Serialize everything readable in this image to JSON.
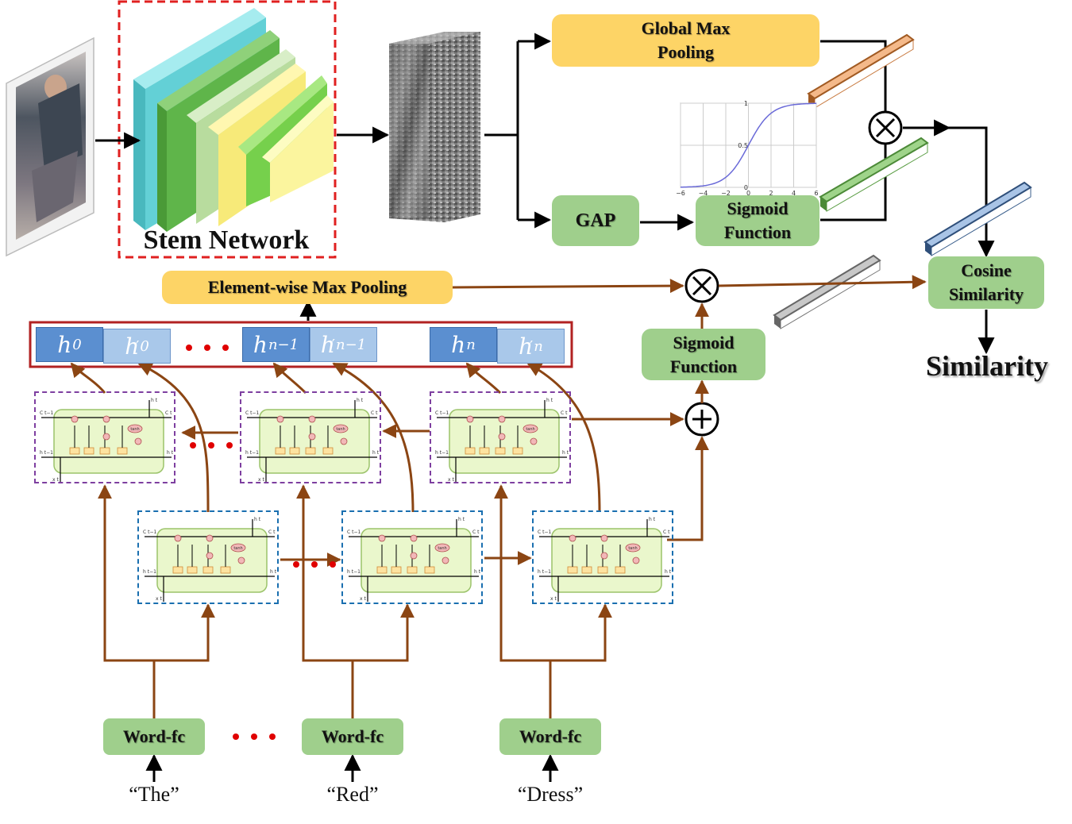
{
  "stem_network": {
    "label": "Stem Network"
  },
  "global_max_pooling": {
    "label_line1": "Global Max",
    "label_line2": "Pooling"
  },
  "gap": {
    "label": "GAP"
  },
  "sigmoid_top": {
    "label_line1": "Sigmoid",
    "label_line2": "Function"
  },
  "sigmoid_bottom": {
    "label_line1": "Sigmoid",
    "label_line2": "Function"
  },
  "cosine_similarity": {
    "label_line1": "Cosine",
    "label_line2": "Similarity"
  },
  "similarity_output": {
    "label": "Similarity"
  },
  "element_wise_max_pooling": {
    "label": "Element-wise Max Pooling"
  },
  "hidden_states": [
    {
      "base": "h",
      "sub": "0",
      "prime": false
    },
    {
      "base": "h",
      "sub": "0",
      "prime": true
    },
    {
      "base": "h",
      "sub": "n−1",
      "prime": false
    },
    {
      "base": "h",
      "sub": "n−1",
      "prime": true
    },
    {
      "base": "h",
      "sub": "n",
      "prime": false
    },
    {
      "base": "h",
      "sub": "n",
      "prime": true
    }
  ],
  "word_fc": [
    {
      "label": "Word-fc",
      "word": "“The”"
    },
    {
      "label": "Word-fc",
      "word": "“Red”"
    },
    {
      "label": "Word-fc",
      "word": "“Dress”"
    }
  ],
  "sigmoid_plot": {
    "x_ticks": [
      "−6",
      "−4",
      "−2",
      "0",
      "2",
      "4",
      "6"
    ],
    "y_ticks": [
      "0",
      "0.5",
      "1"
    ]
  },
  "lstm_cell_labels": {
    "ct_prev": "C t−1",
    "ct": "C t",
    "ht_prev": "h t−1",
    "ht": "h t",
    "xt": "x t",
    "tanh": "tanh"
  },
  "colors": {
    "brown_arrow": "#8b4513",
    "black_arrow": "#000000",
    "green_box": "#9fcf8c",
    "yellow_box": "#fdd466",
    "red_frame": "#b22222",
    "purple_frame": "#7e3fa0",
    "blue_frame": "#1a6fb0"
  }
}
